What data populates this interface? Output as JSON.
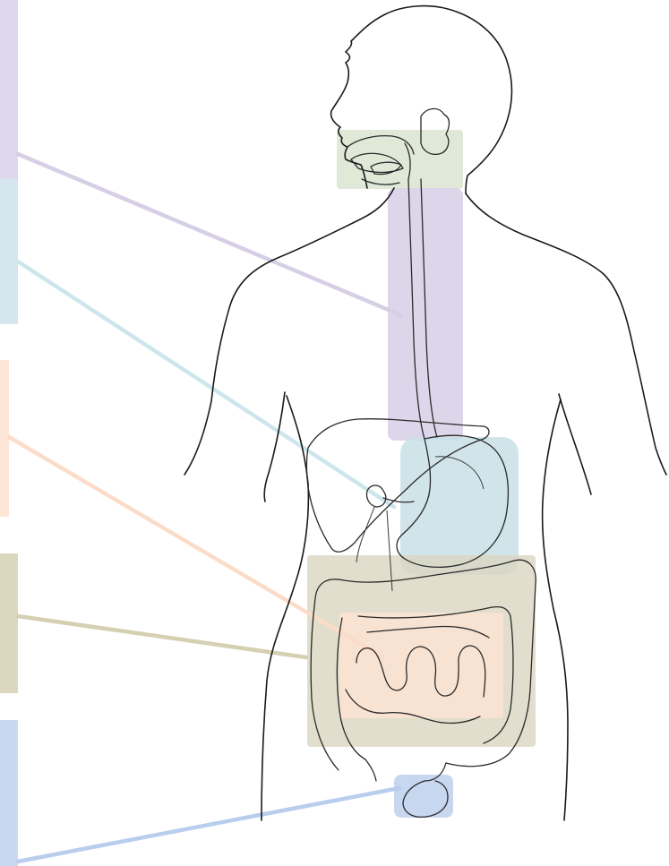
{
  "colors": {
    "mouth": "#dde5d3",
    "esophagus": "#d9d2e8",
    "liver_stomach": "#c9dfe6",
    "small_intestine": "#fbe3d4",
    "large_intestine": "#d9d6c0",
    "rectum": "#c5d5ef",
    "label_mouth_esophagus": "#ddd8ec",
    "label_liver_stomach": "#d4e9ef",
    "label_small_intestine": "#fde6d7",
    "label_large_intestine": "#dcd7bf",
    "label_rectum": "#c7d8f0"
  },
  "labels": [
    {
      "id": "esophagus",
      "text": ""
    },
    {
      "id": "liver-stomach",
      "text": ""
    },
    {
      "id": "small-intestine",
      "text": ""
    },
    {
      "id": "large-intestine",
      "text": ""
    },
    {
      "id": "rectum",
      "text": ""
    }
  ]
}
